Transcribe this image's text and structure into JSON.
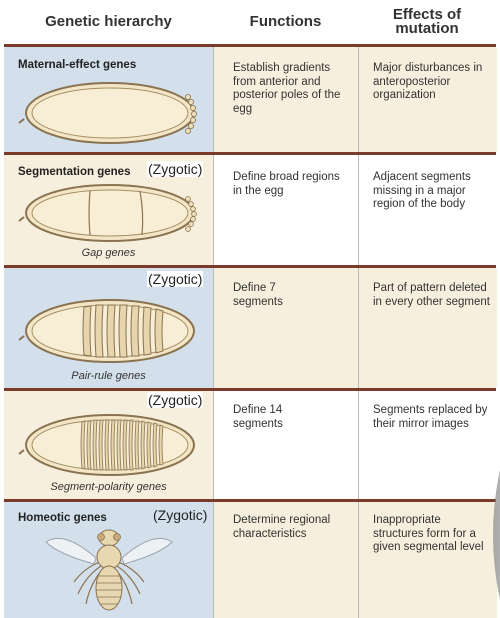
{
  "headers": {
    "hierarchy": "Genetic hierarchy",
    "functions": "Functions",
    "effects": "Effects of mutation"
  },
  "rows": [
    {
      "label": "Maternal-effect genes",
      "zygotic": "",
      "caption": "",
      "function": "Establish gradients from anterior and posterior poles of the egg",
      "effect": "Major disturbances in anteroposterior organization"
    },
    {
      "label": "Segmentation genes",
      "zygotic": "(Zygotic)",
      "caption": "Gap genes",
      "function": "Define broad regions in the egg",
      "effect": "Adjacent segments missing in a major region of the body"
    },
    {
      "label": "",
      "zygotic": "(Zygotic)",
      "caption": "Pair-rule genes",
      "function": "Define 7 segments",
      "effect": "Part of pattern deleted in every other segment"
    },
    {
      "label": "",
      "zygotic": "(Zygotic)",
      "caption": "Segment-polarity genes",
      "function": "Define 14 segments",
      "effect": "Segments replaced by their mirror images"
    },
    {
      "label": "Homeotic genes",
      "zygotic": "(Zygotic)",
      "caption": "",
      "function": "Determine regional characteristics",
      "effect": "Inappropriate structures form for a given segmental level"
    }
  ],
  "colors": {
    "rule": "#7a3b2a",
    "blue_cell": "#d3e0ec",
    "beige_cell": "#f7efdd",
    "egg_fill": "#f3e6c6",
    "egg_stroke": "#8a7350"
  }
}
